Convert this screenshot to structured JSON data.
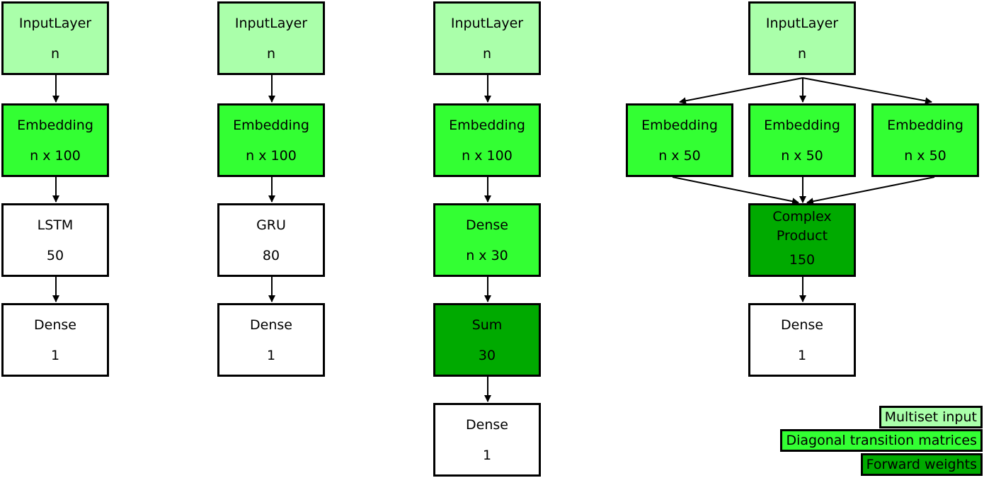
{
  "colors": {
    "multiset_input": "#aaffaa",
    "diagonal_transition": "#33ff33",
    "forward_weights": "#00aa00",
    "plain": "#ffffff"
  },
  "columns": [
    {
      "nodes": [
        {
          "title": "InputLayer",
          "value": "n"
        },
        {
          "title": "Embedding",
          "value": "n x 100"
        },
        {
          "title": "LSTM",
          "value": "50"
        },
        {
          "title": "Dense",
          "value": "1"
        }
      ]
    },
    {
      "nodes": [
        {
          "title": "InputLayer",
          "value": "n"
        },
        {
          "title": "Embedding",
          "value": "n x 100"
        },
        {
          "title": "GRU",
          "value": "80"
        },
        {
          "title": "Dense",
          "value": "1"
        }
      ]
    },
    {
      "nodes": [
        {
          "title": "InputLayer",
          "value": "n"
        },
        {
          "title": "Embedding",
          "value": "n x 100"
        },
        {
          "title": "Dense",
          "value": "n x 30"
        },
        {
          "title": "Sum",
          "value": "30"
        },
        {
          "title": "Dense",
          "value": "1"
        }
      ]
    },
    {
      "input": {
        "title": "InputLayer",
        "value": "n"
      },
      "embeddings": [
        {
          "title": "Embedding",
          "value": "n x 50"
        },
        {
          "title": "Embedding",
          "value": "n x 50"
        },
        {
          "title": "Embedding",
          "value": "n x 50"
        }
      ],
      "product": {
        "title": "Complex\nProduct",
        "value": "150"
      },
      "output": {
        "title": "Dense",
        "value": "1"
      }
    }
  ],
  "legend": {
    "multiset_input": "Multiset input",
    "diagonal_transition": "Diagonal transition matrices",
    "forward_weights": "Forward weights"
  }
}
